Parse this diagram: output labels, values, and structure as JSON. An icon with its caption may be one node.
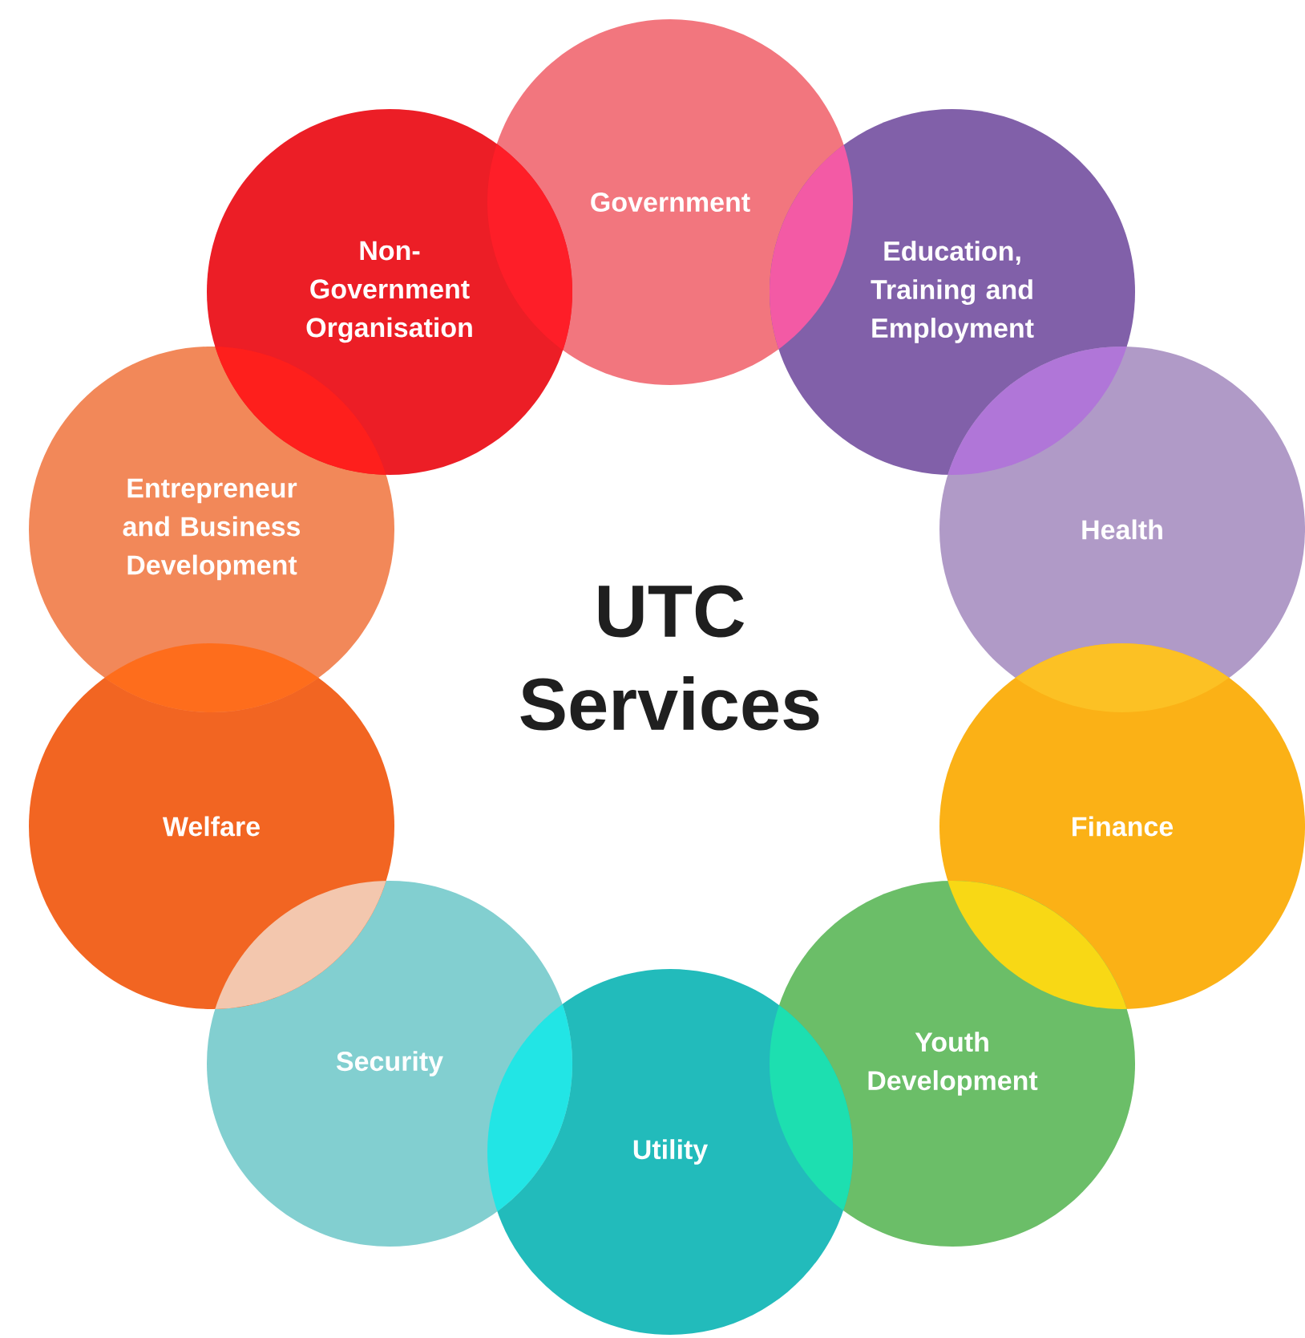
{
  "diagram": {
    "title": "UTC Services",
    "nodes": [
      {
        "text": [
          "Government"
        ]
      },
      {
        "text": [
          "Education, Training and Employment"
        ]
      },
      {
        "text": [
          "Health"
        ]
      },
      {
        "text": [
          "Finance"
        ]
      },
      {
        "text": [
          "Youth Development"
        ]
      },
      {
        "text": [
          "Utility"
        ]
      },
      {
        "text": [
          "Security"
        ]
      },
      {
        "text": [
          "Welfare"
        ]
      },
      {
        "text": [
          "Entrepreneur and Business Development"
        ]
      },
      {
        "text": [
          "Non-Government Organisation"
        ]
      }
    ]
  }
}
